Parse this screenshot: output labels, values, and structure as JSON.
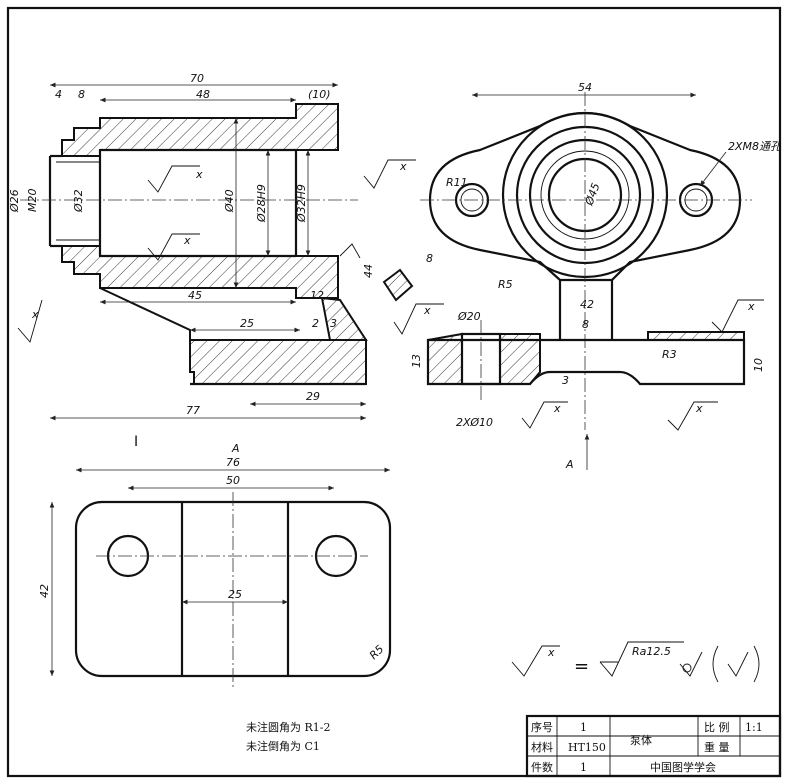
{
  "colors": {
    "line": "#111111",
    "paper": "#ffffff"
  },
  "front_view": {
    "dims": {
      "len70": "70",
      "len4": "4",
      "len8": "8",
      "len48": "48",
      "len10": "(10)",
      "d26": "Ø26",
      "m20": "M20",
      "d32": "Ø32",
      "d40": "Ø40",
      "d28h9": "Ø28H9",
      "d32h9": "Ø32H9",
      "len45": "45",
      "len12": "12",
      "len25": "25",
      "len2": "2",
      "len3": "3",
      "len29": "29",
      "len77": "77",
      "len44": "44",
      "len8b": "8"
    },
    "rough_x": "x"
  },
  "side_view": {
    "dims": {
      "len54": "54",
      "thread": "2XM8通孔",
      "r11": "R11",
      "d45": "Ø45",
      "r5": "R5",
      "len42": "42",
      "d20": "Ø20",
      "len8": "8",
      "len13": "13",
      "r3": "R3",
      "len10": "10",
      "len3": "3",
      "holes": "2XØ10"
    },
    "arrow_label": "A",
    "rough_x": "x"
  },
  "bottom_view": {
    "title": "A",
    "mark_i": "I",
    "dims": {
      "len76": "76",
      "len50": "50",
      "len42": "42",
      "len25": "25",
      "r5": "R5"
    }
  },
  "notes": {
    "fillet": "未注圆角为 R1-2",
    "chamfer": "未注倒角为 C1"
  },
  "surface_legend": {
    "x": "x",
    "eq": "=",
    "ra": "Ra12.5"
  },
  "title_block": {
    "serial_label": "序号",
    "serial_value": "1",
    "material_label": "材料",
    "material_value": "HT150",
    "count_label": "件数",
    "count_value": "1",
    "part_name": "泵体",
    "scale_label": "比 例",
    "scale_value": "1:1",
    "weight_label": "重 量",
    "organization": "中国图学学会"
  }
}
